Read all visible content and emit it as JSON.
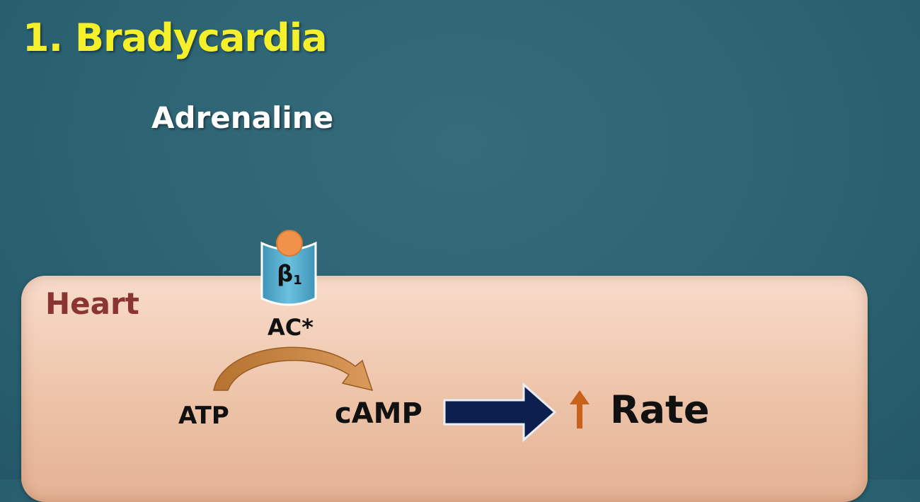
{
  "slide": {
    "title": "1. Bradycardia"
  },
  "diagram": {
    "ligand": "Adrenaline",
    "tissue": "Heart",
    "receptor_symbol": "β",
    "receptor_subscript": "1",
    "enzyme": "AC*",
    "substrate": "ATP",
    "product": "cAMP",
    "effect": "Rate"
  },
  "colors": {
    "background": "#2c6474",
    "title": "#f5f02a",
    "ligand_text": "#ffffff",
    "tissue_label": "#8b3434",
    "tissue_fill": "#f2cdb6",
    "receptor": "#5aaed0",
    "ligand_ball": "#f0924a",
    "curved_arrow": "#c98443",
    "block_arrow": "#0d1f4f",
    "up_arrow": "#c8621a"
  },
  "icons": {
    "ligand_ball": "circle",
    "effect_direction": "up-arrow",
    "flow_arrow": "right-block-arrow"
  }
}
